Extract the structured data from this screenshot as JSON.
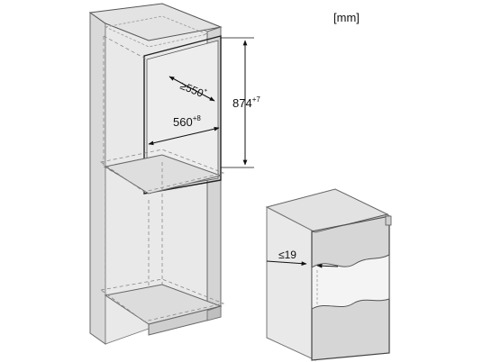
{
  "unit_label": "[mm]",
  "dimensions": {
    "depth": {
      "prefix": "≥",
      "value": "550",
      "mark": "*"
    },
    "width": {
      "value": "560",
      "tolerance": "+8"
    },
    "height": {
      "value": "874",
      "tolerance": "+7"
    },
    "overlap": {
      "prefix": "≤",
      "value": "19"
    }
  },
  "colors": {
    "panel": "#e6e6e6",
    "panel_dark": "#d2d2d2",
    "stroke": "#6a6a6a",
    "dark": "#111111"
  }
}
